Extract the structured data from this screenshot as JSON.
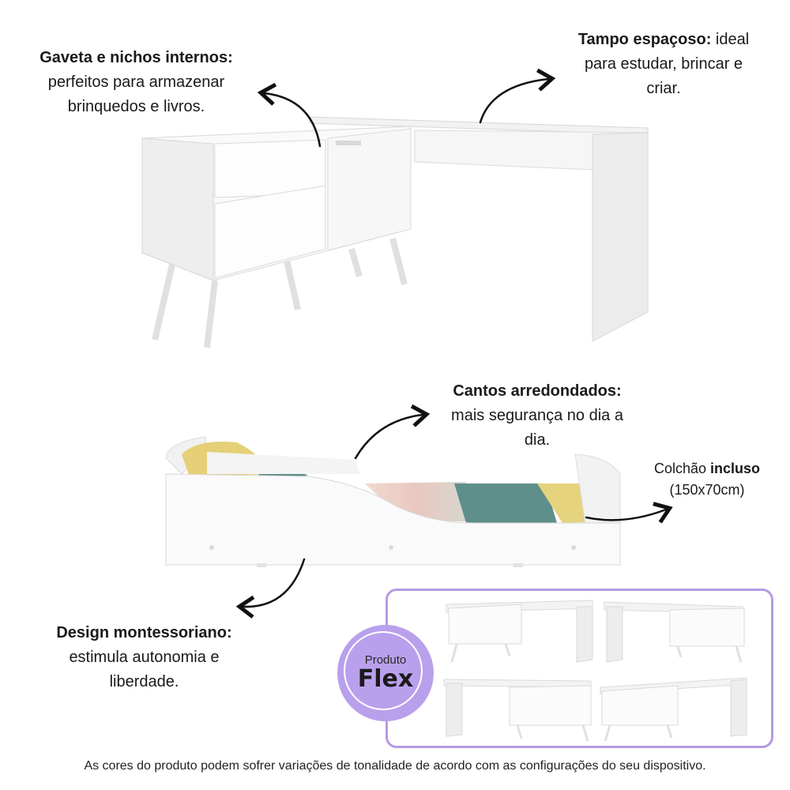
{
  "callouts": {
    "drawer": {
      "title": "Gaveta e nichos internos:",
      "line1": "perfeitos para armazenar",
      "line2": "brinquedos e livros."
    },
    "top": {
      "title": "Tampo espaçoso:",
      "rest1": " ideal",
      "line2": "para estudar, brincar e",
      "line3": "criar."
    },
    "corners": {
      "title": "Cantos arredondados:",
      "line1": "mais segurança no dia a",
      "line2": "dia."
    },
    "mattress": {
      "pre": "Colchão ",
      "bold": "incluso",
      "line2": "(150x70cm)"
    },
    "design": {
      "title": "Design montessoriano:",
      "line1": "estimula autonomia e",
      "line2": "liberdade."
    }
  },
  "badge": {
    "small": "Produto",
    "big": "Flex"
  },
  "footer": "As cores do produto podem sofrer variações de tonalidade de acordo com as configurações do seu dispositivo.",
  "colors": {
    "accent": "#b49be3",
    "badge": "#b9a0ec",
    "blanket": "#5f8f8a",
    "pillow": "#e8d57e"
  }
}
